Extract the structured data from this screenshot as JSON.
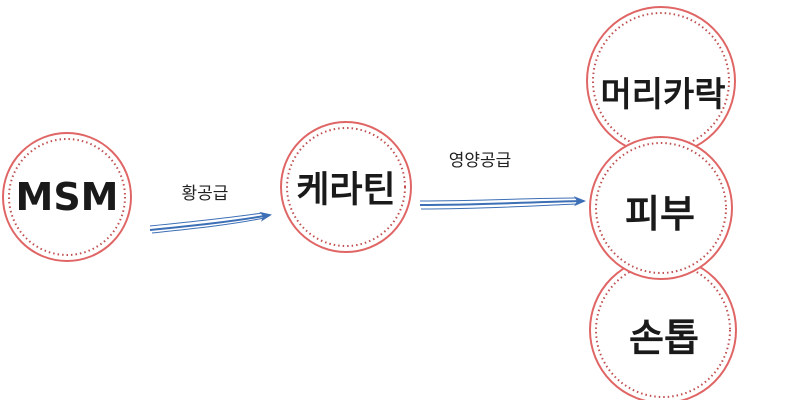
{
  "colors": {
    "circle_outline": "#e06666",
    "circle_dots": "#c05050",
    "arrow": "#3d6fb6",
    "text": "#1a1a1a"
  },
  "nodes": {
    "msm": {
      "label": "MSM"
    },
    "keratin": {
      "label": "케라틴"
    },
    "hair": {
      "label": "머리카락"
    },
    "skin": {
      "label": "피부"
    },
    "nails": {
      "label": "손톱"
    }
  },
  "edges": {
    "msm_to_keratin": {
      "label": "황공급"
    },
    "keratin_to_targets": {
      "label": "영양공급"
    }
  }
}
